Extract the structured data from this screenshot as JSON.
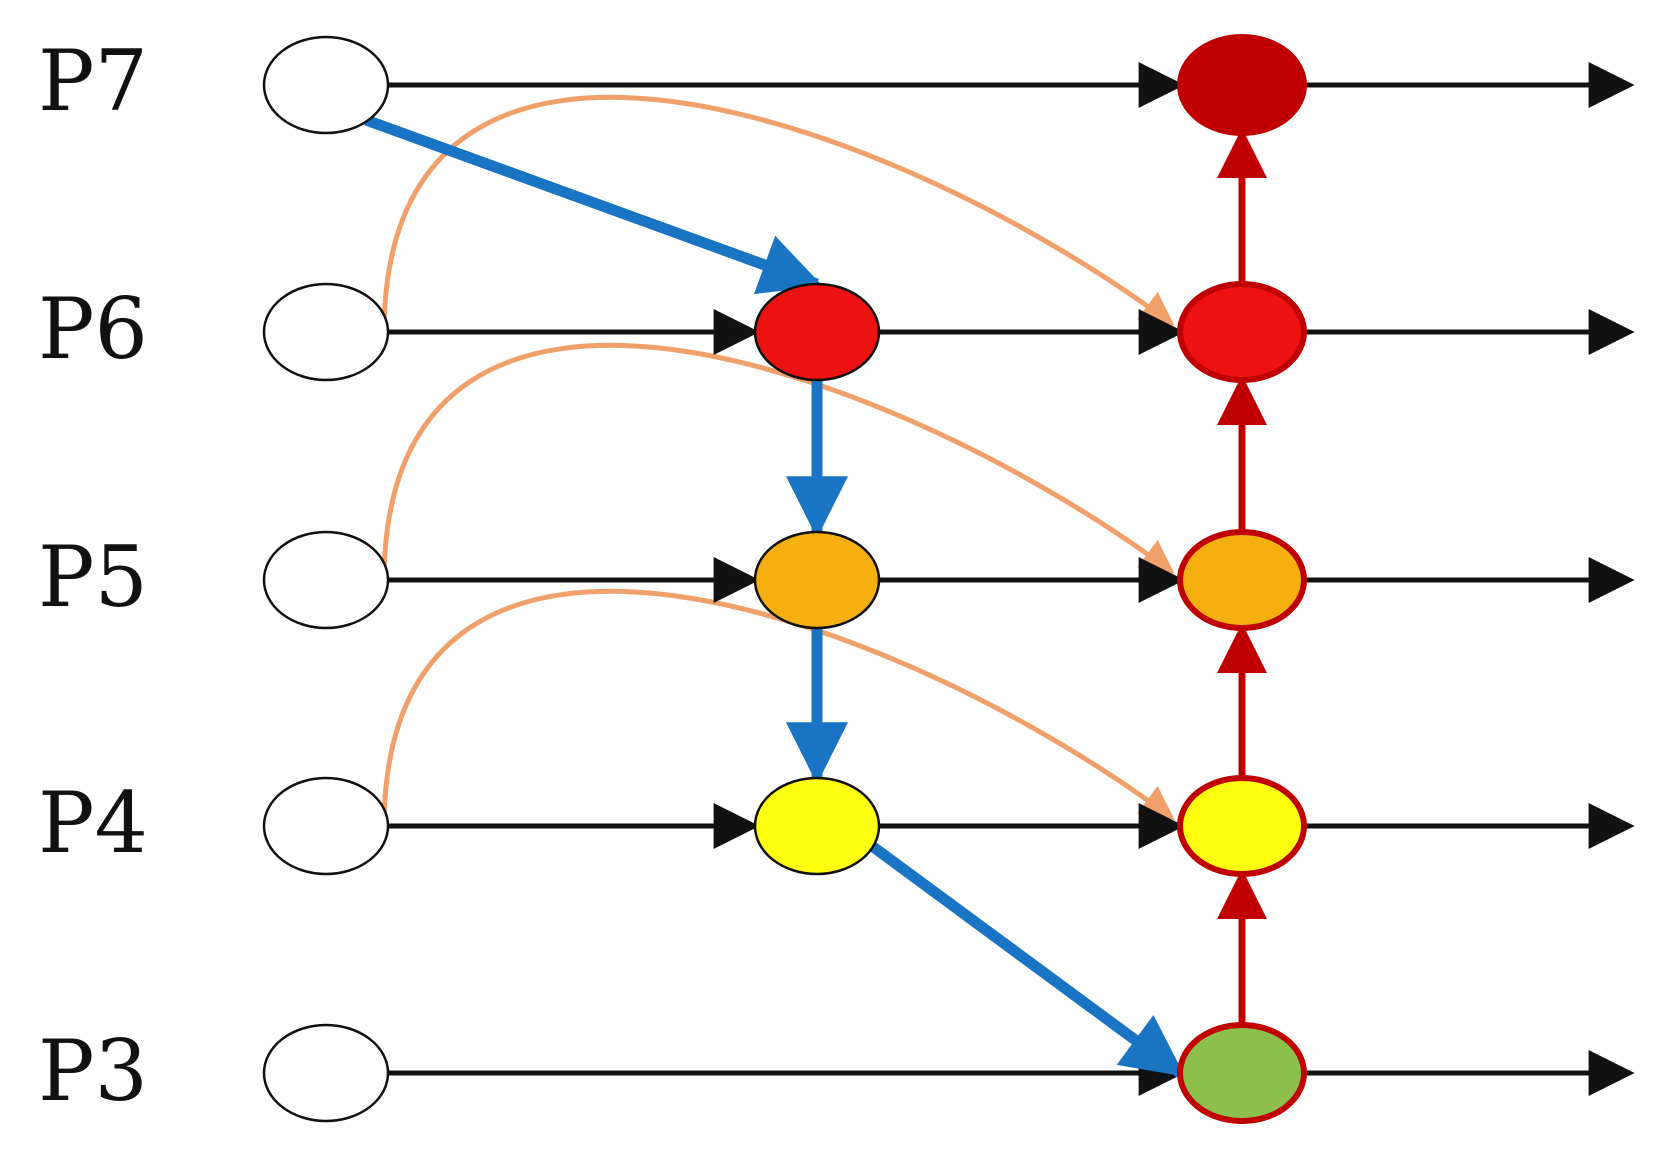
{
  "diagram": {
    "levels": [
      {
        "id": "p7",
        "label": "P7"
      },
      {
        "id": "p6",
        "label": "P6"
      },
      {
        "id": "p5",
        "label": "P5"
      },
      {
        "id": "p4",
        "label": "P4"
      },
      {
        "id": "p3",
        "label": "P3"
      }
    ],
    "nodes": [
      {
        "id": "in-p7",
        "level": "p7",
        "column": "input",
        "fill": "#ffffff",
        "stroke": "#111111"
      },
      {
        "id": "in-p6",
        "level": "p6",
        "column": "input",
        "fill": "#ffffff",
        "stroke": "#111111"
      },
      {
        "id": "in-p5",
        "level": "p5",
        "column": "input",
        "fill": "#ffffff",
        "stroke": "#111111"
      },
      {
        "id": "in-p4",
        "level": "p4",
        "column": "input",
        "fill": "#ffffff",
        "stroke": "#111111"
      },
      {
        "id": "in-p3",
        "level": "p3",
        "column": "input",
        "fill": "#ffffff",
        "stroke": "#111111"
      },
      {
        "id": "td-p6",
        "level": "p6",
        "column": "top-down",
        "fill": "#ee1111",
        "stroke": "#111111"
      },
      {
        "id": "td-p5",
        "level": "p5",
        "column": "top-down",
        "fill": "#f5b010",
        "stroke": "#111111"
      },
      {
        "id": "td-p4",
        "level": "p4",
        "column": "top-down",
        "fill": "#ffff10",
        "stroke": "#111111"
      },
      {
        "id": "out-p7",
        "level": "p7",
        "column": "output",
        "fill": "#c00000",
        "stroke": "#c00000"
      },
      {
        "id": "out-p6",
        "level": "p6",
        "column": "output",
        "fill": "#ee1111",
        "stroke": "#c00000"
      },
      {
        "id": "out-p5",
        "level": "p5",
        "column": "output",
        "fill": "#f5b010",
        "stroke": "#c00000"
      },
      {
        "id": "out-p4",
        "level": "p4",
        "column": "output",
        "fill": "#ffff10",
        "stroke": "#c00000"
      },
      {
        "id": "out-p3",
        "level": "p3",
        "column": "output",
        "fill": "#8cc04a",
        "stroke": "#c00000"
      }
    ],
    "edges": [
      {
        "from": "in-p7",
        "to": "out-p7",
        "kind": "lateral"
      },
      {
        "from": "in-p6",
        "to": "td-p6",
        "kind": "lateral"
      },
      {
        "from": "td-p6",
        "to": "out-p6",
        "kind": "lateral"
      },
      {
        "from": "in-p5",
        "to": "td-p5",
        "kind": "lateral"
      },
      {
        "from": "td-p5",
        "to": "out-p5",
        "kind": "lateral"
      },
      {
        "from": "in-p4",
        "to": "td-p4",
        "kind": "lateral"
      },
      {
        "from": "td-p4",
        "to": "out-p4",
        "kind": "lateral"
      },
      {
        "from": "in-p3",
        "to": "out-p3",
        "kind": "lateral"
      },
      {
        "from": "out-p7",
        "to": "exit",
        "kind": "output"
      },
      {
        "from": "out-p6",
        "to": "exit",
        "kind": "output"
      },
      {
        "from": "out-p5",
        "to": "exit",
        "kind": "output"
      },
      {
        "from": "out-p4",
        "to": "exit",
        "kind": "output"
      },
      {
        "from": "out-p3",
        "to": "exit",
        "kind": "output"
      },
      {
        "from": "in-p7",
        "to": "td-p6",
        "kind": "top-down"
      },
      {
        "from": "td-p6",
        "to": "td-p5",
        "kind": "top-down"
      },
      {
        "from": "td-p5",
        "to": "td-p4",
        "kind": "top-down"
      },
      {
        "from": "td-p4",
        "to": "out-p3",
        "kind": "top-down"
      },
      {
        "from": "out-p3",
        "to": "out-p4",
        "kind": "bottom-up"
      },
      {
        "from": "out-p4",
        "to": "out-p5",
        "kind": "bottom-up"
      },
      {
        "from": "out-p5",
        "to": "out-p6",
        "kind": "bottom-up"
      },
      {
        "from": "out-p6",
        "to": "out-p7",
        "kind": "bottom-up"
      },
      {
        "from": "in-p6",
        "to": "out-p6",
        "kind": "skip"
      },
      {
        "from": "in-p5",
        "to": "out-p5",
        "kind": "skip"
      },
      {
        "from": "in-p4",
        "to": "out-p4",
        "kind": "skip"
      }
    ],
    "colors": {
      "lateral": "#111111",
      "top-down": "#1a74c4",
      "bottom-up": "#c00000",
      "skip": "#f0a06a"
    }
  }
}
